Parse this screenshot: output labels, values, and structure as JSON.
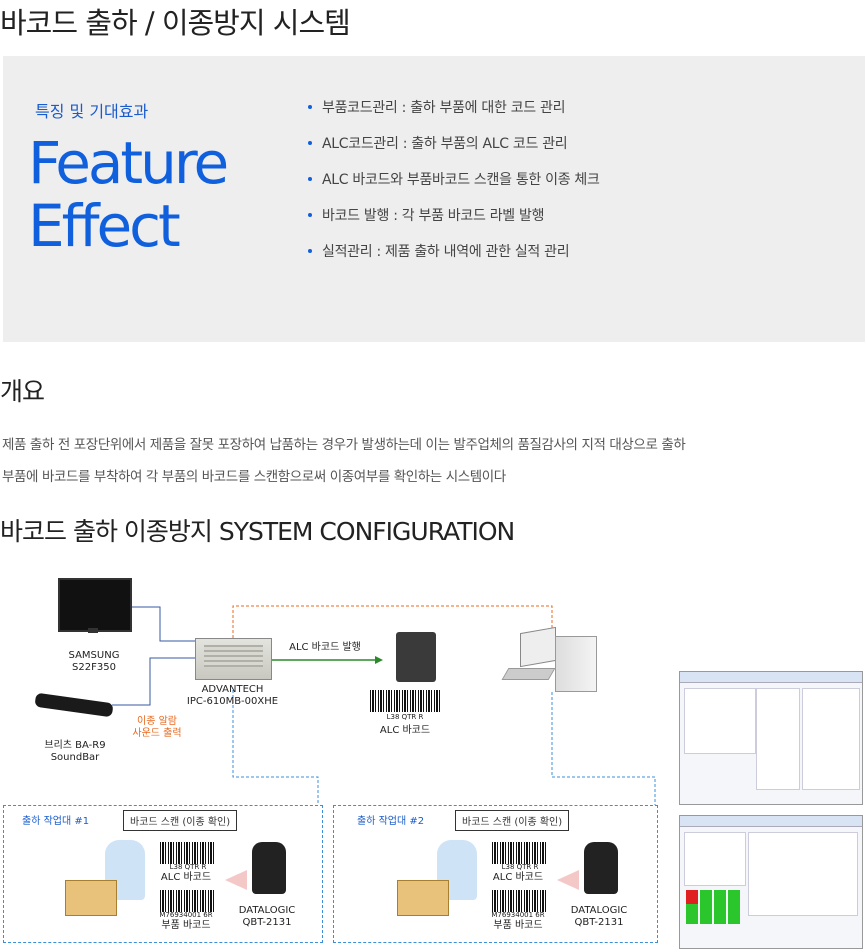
{
  "page_title": "바코드 출하 / 이종방지 시스템",
  "feature": {
    "heading": "특징 및 기대효과",
    "word1": "Feature",
    "word2": "Effect",
    "bullets": [
      "부품코드관리 : 출하 부품에 대한 코드 관리",
      "ALC코드관리 : 출하 부품의 ALC 코드 관리",
      "ALC 바코드와 부품바코드 스캔을 통한 이종 체크",
      "바코드 발행 : 각 부품 바코드 라벨 발행",
      "실적관리 : 제품 출하 내역에 관한 실적 관리"
    ]
  },
  "overview": {
    "heading": "개요",
    "line1": "제품 출하 전 포장단위에서 제품을 잘못 포장하여 납품하는 경우가 발생하는데 이는 발주업체의 품질감사의 지적 대상으로 출하",
    "line2": "부품에 바코드를 부착하여  각 부품의 바코드를 스캔함으로써 이종여부를 확인하는 시스템이다"
  },
  "config_heading": "바코드 출하 이종방지 SYSTEM CONFIGURATION",
  "diagram": {
    "monitor_line1": "SAMSUNG",
    "monitor_line2": "S22F350",
    "pc_line1": "ADVANTECH",
    "pc_line2": "IPC-610MB-00XHE",
    "speaker_line1": "브리츠 BA-R9",
    "speaker_line2": "SoundBar",
    "alarm_line1": "이종 알람",
    "alarm_line2": "사운드 출력",
    "alc_issue": "ALC 바코드 발행",
    "printer_barcode_text": "L38 QTR R",
    "printer_barcode_label": "ALC 바코드",
    "stations": [
      {
        "title": "출하 작업대 #1",
        "scan_label": "바코드 스캔 (이종 확인)",
        "alc_code": "L38 QTR R",
        "alc_label": "ALC 바코드",
        "part_code": "M76934001 6R",
        "part_label": "부품 바코드",
        "scanner_line1": "DATALOGIC",
        "scanner_line2": "QBT-2131"
      },
      {
        "title": "출하 작업대 #2",
        "scan_label": "바코드 스캔 (이종 확인)",
        "alc_code": "L38 QTR R",
        "alc_label": "ALC 바코드",
        "part_code": "M76934001 6R",
        "part_label": "부품 바코드",
        "scanner_line1": "DATALOGIC",
        "scanner_line2": "QBT-2131"
      }
    ]
  },
  "colors": {
    "accent_blue": "#1060dd",
    "alarm_orange": "#e8691f",
    "panel_gray": "#eeeeee"
  }
}
